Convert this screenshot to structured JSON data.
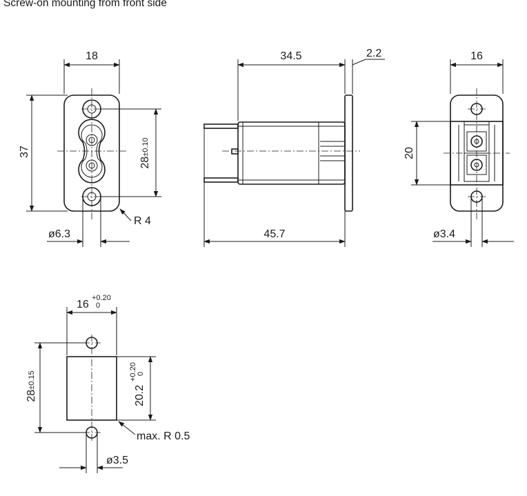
{
  "heading": "Screw-on mounting from front side",
  "front_view": {
    "width": "18",
    "height": "37",
    "pitch": "28",
    "pitch_tol": "±0.10",
    "hole_dia": "ø6.3",
    "radius": "R 4"
  },
  "side_view": {
    "body_length": "34.5",
    "flange": "2.2",
    "overall_length": "45.7"
  },
  "rear_view": {
    "width": "16",
    "terminal_span": "20",
    "hole_dia": "ø3.4"
  },
  "cutout": {
    "width": "16",
    "width_tol_upper": "+0.20",
    "width_tol_lower": "0",
    "pitch": "28",
    "pitch_tol": "±0.15",
    "height": "20.2",
    "height_tol_upper": "+0.20",
    "height_tol_lower": "0",
    "corner": "max. R 0.5",
    "hole_dia": "ø3.5"
  }
}
